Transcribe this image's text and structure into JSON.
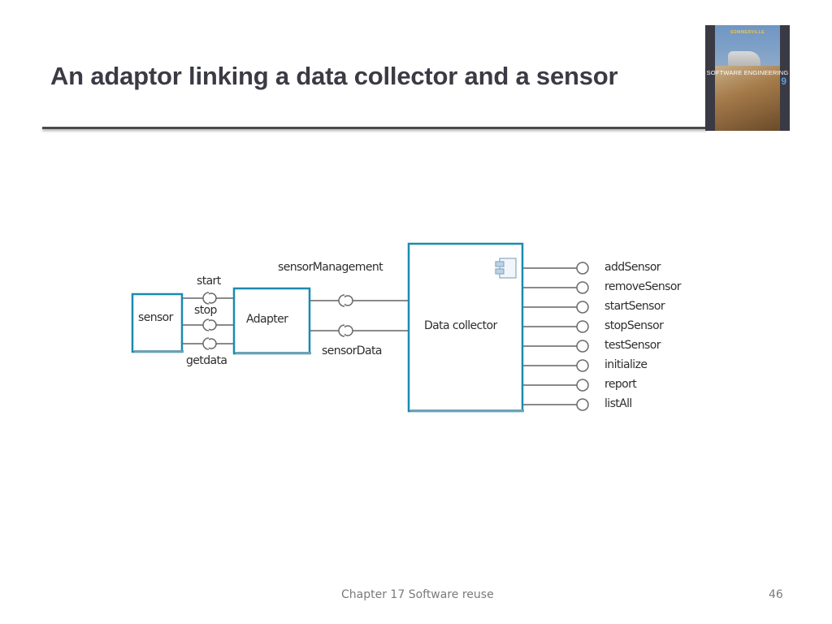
{
  "slide": {
    "title": "An adaptor linking a data collector and a sensor",
    "footer_text": "Chapter 17 Software reuse",
    "page_number": "46"
  },
  "book_cover": {
    "author": "SOMMERVILLE",
    "title": "SOFTWARE ENGINEERING",
    "edition": "9"
  },
  "diagram": {
    "components": {
      "sensor": "sensor",
      "adapter": "Adapter",
      "data_collector": "Data collector"
    },
    "sensor_adapter_interfaces": [
      "start",
      "stop",
      "getdata"
    ],
    "adapter_collector_interfaces": [
      "sensorManagement",
      "sensorData"
    ],
    "collector_provided_interfaces": [
      "addSensor",
      "removeSensor",
      "startSensor",
      "stopSensor",
      "testSensor",
      "initialize",
      "report",
      "listAll"
    ],
    "colors": {
      "box_border": "#1a8bb0",
      "line": "#7a7a7a"
    }
  }
}
